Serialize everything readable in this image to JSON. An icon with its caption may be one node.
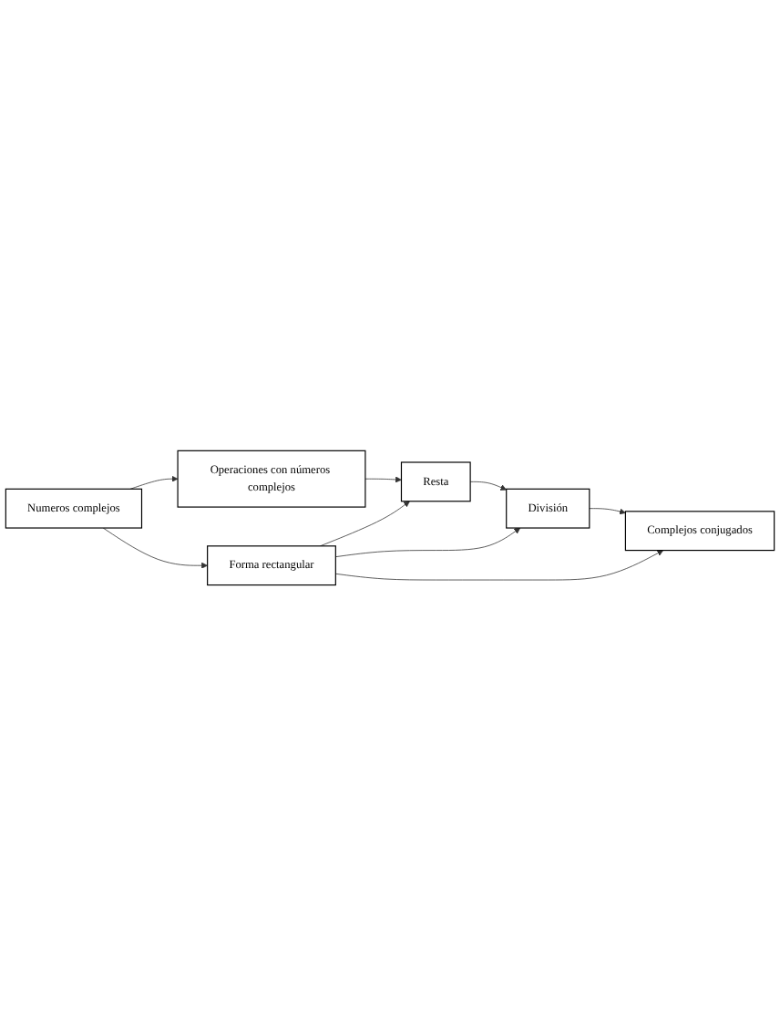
{
  "diagram": {
    "nodes": [
      {
        "text": [
          "Numeros complejos"
        ]
      },
      {
        "text": [
          "Operaciones con números complejos"
        ]
      },
      {
        "text": [
          "Resta"
        ]
      },
      {
        "text": [
          "Forma rectangular"
        ]
      },
      {
        "text": [
          "División"
        ]
      },
      {
        "text": [
          "Complejos conjugados"
        ]
      }
    ],
    "edges": [
      {
        "from": 0,
        "to": 1,
        "arrow": "to"
      },
      {
        "from": 0,
        "to": 3,
        "arrow": "to"
      },
      {
        "from": 1,
        "to": 2,
        "arrow": "to"
      },
      {
        "from": 3,
        "to": 2,
        "arrow": "to"
      },
      {
        "from": 3,
        "to": 4,
        "arrow": "to"
      },
      {
        "from": 3,
        "to": 5,
        "arrow": "to"
      },
      {
        "from": 2,
        "to": 4,
        "arrow": "to"
      },
      {
        "from": 4,
        "to": 5,
        "arrow": "to"
      }
    ]
  }
}
